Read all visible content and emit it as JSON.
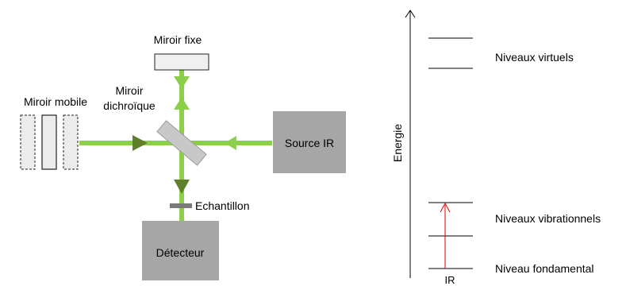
{
  "colors": {
    "beam": "#8ccf4a",
    "arrow_light": "#8ccf4a",
    "arrow_dark": "#5f7f2a",
    "box_gray": "#a6a6a6",
    "box_light": "#ececec",
    "splitter_gray": "#c8c8c8",
    "sample_gray": "#7a7a7a",
    "ir_arrow": "#e00000",
    "axis": "#000000"
  },
  "interferometer": {
    "fixed_mirror_label": "Miroir fixe",
    "mobile_mirror_label": "Miroir mobile",
    "dichroic_label_line1": "Miroir",
    "dichroic_label_line2": "dichroïque",
    "source_label": "Source IR",
    "sample_label": "Echantillon",
    "detector_label": "Détecteur"
  },
  "energy_diagram": {
    "axis_label": "Energie",
    "virtual_levels_label": "Niveaux virtuels",
    "vibrational_levels_label": "Niveaux vibrationnels",
    "ground_level_label": "Niveau fondamental",
    "transition_label": "IR"
  }
}
